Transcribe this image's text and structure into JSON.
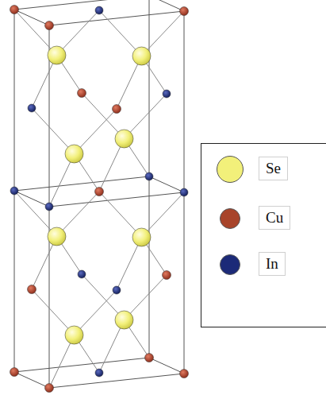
{
  "diagram": {
    "legend": [
      {
        "text": "Se",
        "color": "#f2f07a"
      },
      {
        "text": "Cu",
        "color": "#a8442a"
      },
      {
        "text": "In",
        "color": "#1c2a78"
      }
    ]
  }
}
